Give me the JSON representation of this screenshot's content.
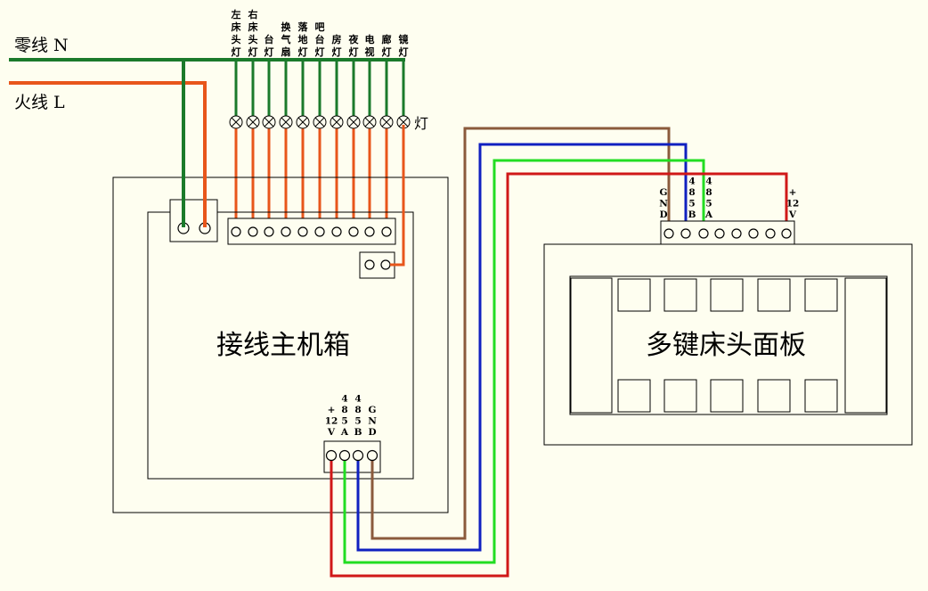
{
  "lines": {
    "neutral": "零线 N",
    "live": "火线 L"
  },
  "lamps": {
    "label": "灯",
    "names": [
      "左床头灯",
      "右床头灯",
      "台灯",
      "换气扇",
      "落地灯",
      "吧台灯",
      "房灯",
      "夜灯",
      "电视",
      "廊灯",
      "镜灯"
    ]
  },
  "host_box": {
    "title": "接线主机箱",
    "terminals": [
      "+12V",
      "485A",
      "485B",
      "GND"
    ]
  },
  "panel": {
    "title": "多键床头面板",
    "terminals": [
      "GND",
      "485B",
      "485A",
      "+12V"
    ]
  },
  "colors": {
    "neutral": "#1B7A2B",
    "live": "#E8561B",
    "gnd": "#8B5A3C",
    "rs485b": "#1020C0",
    "rs485a": "#22DD22",
    "power12v": "#D01818",
    "background": "#FEFEF0"
  }
}
